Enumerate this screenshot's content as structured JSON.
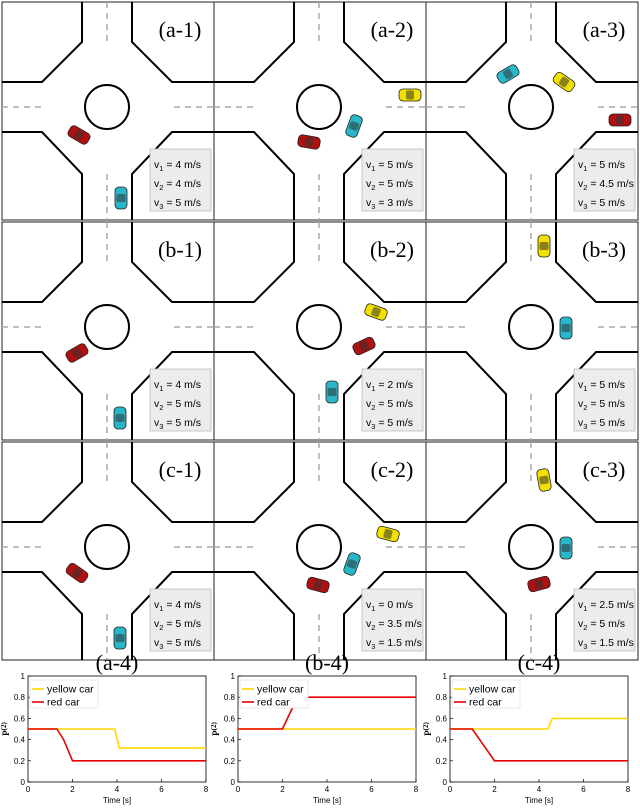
{
  "scenes": [
    {
      "label": "(a-1)",
      "speeds": [
        "v 1 = 4 m/s",
        "v 2 = 4 m/s",
        "v 3 = 5 m/s"
      ]
    },
    {
      "label": "(a-2)",
      "speeds": [
        "v 1 = 5 m/s",
        "v 2 = 5 m/s",
        "v 3 = 3 m/s"
      ]
    },
    {
      "label": "(a-3)",
      "speeds": [
        "v 1 = 5 m/s",
        "v 2 = 4.5 m/s",
        "v 3 = 5 m/s"
      ]
    },
    {
      "label": "(b-1)",
      "speeds": [
        "v 1 = 4 m/s",
        "v 2 = 5 m/s",
        "v 3 = 5 m/s"
      ]
    },
    {
      "label": "(b-2)",
      "speeds": [
        "v 1 = 2 m/s",
        "v 2 = 5 m/s",
        "v 3 = 5 m/s"
      ]
    },
    {
      "label": "(b-3)",
      "speeds": [
        "v 1 = 5 m/s",
        "v 2 = 5 m/s",
        "v 3 = 5 m/s"
      ]
    },
    {
      "label": "(c-1)",
      "speeds": [
        "v 1 = 4 m/s",
        "v 2 = 5 m/s",
        "v 3 = 5 m/s"
      ]
    },
    {
      "label": "(c-2)",
      "speeds": [
        "v 1 = 0 m/s",
        "v 2 = 3.5 m/s",
        "v 3 = 1.5 m/s"
      ]
    },
    {
      "label": "(c-3)",
      "speeds": [
        "v 1 = 2.5 m/s",
        "v 2 = 5 m/s",
        "v 3 = 1.5 m/s"
      ]
    }
  ],
  "colors": {
    "yellow": "#ffd700",
    "red": "#e60000",
    "cyan": "#29b6c8",
    "car_red": "#b01010",
    "car_yellow": "#f2e000"
  },
  "chart_data": [
    {
      "type": "line",
      "label": "(a-4)",
      "xlabel": "Time [s]",
      "ylabel": "P(2)",
      "xlim": [
        0,
        8
      ],
      "ylim": [
        0,
        1
      ],
      "xticks": [
        "0",
        "2",
        "4",
        "6",
        "8"
      ],
      "yticks": [
        "0",
        "0.2",
        "0.4",
        "0.6",
        "0.8",
        "1"
      ],
      "legend": "top-left",
      "series": [
        {
          "name": "yellow car",
          "color": "#ffd700",
          "x": [
            0,
            3.9,
            4.1,
            8
          ],
          "y": [
            0.5,
            0.5,
            0.32,
            0.32
          ]
        },
        {
          "name": "red car",
          "color": "#e60000",
          "x": [
            0,
            1.3,
            1.6,
            2.0,
            8
          ],
          "y": [
            0.5,
            0.5,
            0.4,
            0.2,
            0.2
          ]
        }
      ]
    },
    {
      "type": "line",
      "label": "(b-4)",
      "xlabel": "Time [s]",
      "ylabel": "P(2)",
      "xlim": [
        0,
        8
      ],
      "ylim": [
        0,
        1
      ],
      "xticks": [
        "0",
        "2",
        "4",
        "6",
        "8"
      ],
      "yticks": [
        "0",
        "0.2",
        "0.4",
        "0.6",
        "0.8",
        "1"
      ],
      "legend": "top-left",
      "series": [
        {
          "name": "yellow car",
          "color": "#ffd700",
          "x": [
            0,
            8
          ],
          "y": [
            0.5,
            0.5
          ]
        },
        {
          "name": "red car",
          "color": "#e60000",
          "x": [
            0,
            2.0,
            2.4,
            2.8,
            8
          ],
          "y": [
            0.5,
            0.5,
            0.68,
            0.8,
            0.8
          ]
        }
      ]
    },
    {
      "type": "line",
      "label": "(c-4)",
      "xlabel": "Time [s]",
      "ylabel": "P(2)",
      "xlim": [
        0,
        8
      ],
      "ylim": [
        0,
        1
      ],
      "xticks": [
        "0",
        "2",
        "4",
        "6",
        "8"
      ],
      "yticks": [
        "0",
        "0.2",
        "0.4",
        "0.6",
        "0.8",
        "1"
      ],
      "legend": "top-left",
      "series": [
        {
          "name": "yellow car",
          "color": "#ffd700",
          "x": [
            0,
            4.4,
            4.6,
            8
          ],
          "y": [
            0.5,
            0.5,
            0.6,
            0.6
          ]
        },
        {
          "name": "red car",
          "color": "#e60000",
          "x": [
            0,
            1.0,
            1.5,
            2.0,
            8
          ],
          "y": [
            0.5,
            0.5,
            0.35,
            0.2,
            0.2
          ]
        }
      ]
    }
  ]
}
